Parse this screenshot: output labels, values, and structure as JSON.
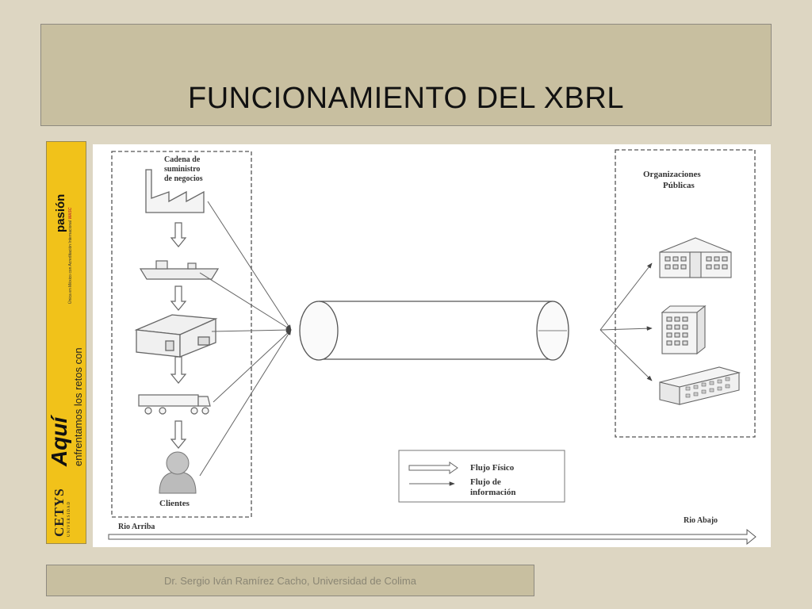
{
  "slide": {
    "title": "FUNCIONAMIENTO DEL XBRL",
    "footer": "Dr. Sergio Iván Ramírez Cacho, Universidad de Colima"
  },
  "banner": {
    "university": "CETYS",
    "university_sub": "UNIVERSIDAD",
    "slogan_bold": "Aquí",
    "slogan_line": "enfrentamos los retos con",
    "slogan_emphasis": "pasión",
    "accreditation": "Única en México con Acreditación Internacional",
    "accreditor": "WASC"
  },
  "diagram": {
    "supply_chain_label": [
      "Cadena de",
      "suministro",
      "de negocios"
    ],
    "clients_label": "Clientes",
    "public_orgs_label": [
      "Organizaciones",
      "Públicas"
    ],
    "legend": {
      "physical_flow": "Flujo Físico",
      "info_flow": [
        "Flujo de",
        "información"
      ]
    },
    "upstream": "Rio Arriba",
    "downstream": "Rio Abajo",
    "icons": [
      "factory-icon",
      "ship-icon",
      "warehouse-icon",
      "truck-icon",
      "client-person-icon",
      "government-building-icon",
      "office-tower-icon",
      "office-block-icon"
    ]
  }
}
